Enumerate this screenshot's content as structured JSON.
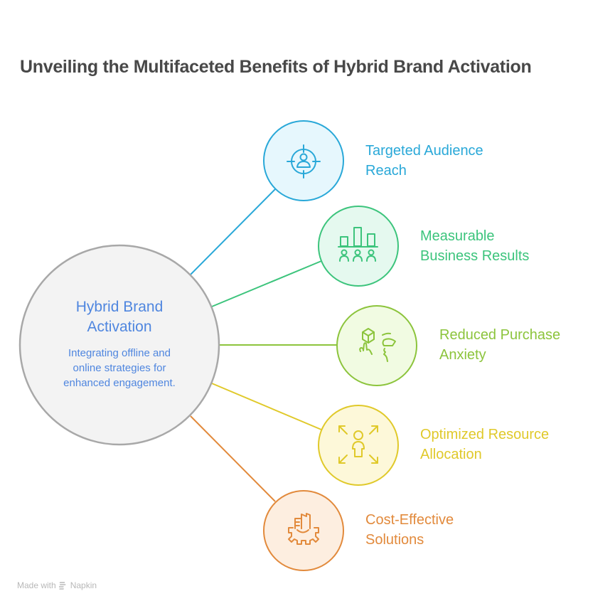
{
  "title": "Unveiling the Multifaceted Benefits of Hybrid Brand Activation",
  "center": {
    "title_line1": "Hybrid Brand",
    "title_line2": "Activation",
    "desc_line1": "Integrating offline and",
    "desc_line2": "online strategies for",
    "desc_line3": "enhanced engagement."
  },
  "items": [
    {
      "line1": "Targeted Audience",
      "line2": "Reach",
      "icon": "target-person-icon",
      "color": "#29a8d8",
      "fill": "#e6f7fd"
    },
    {
      "line1": "Measurable",
      "line2": "Business Results",
      "icon": "bar-chart-people-icon",
      "color": "#3cc47c",
      "fill": "#e5f9ef"
    },
    {
      "line1": "Reduced Purchase",
      "line2": "Anxiety",
      "icon": "box-hand-face-icon",
      "color": "#8cc43c",
      "fill": "#f1fbe2"
    },
    {
      "line1": "Optimized Resource",
      "line2": "Allocation",
      "icon": "person-expand-arrows-icon",
      "color": "#e0c92a",
      "fill": "#fdf8d9"
    },
    {
      "line1": "Cost-Effective",
      "line2": "Solutions",
      "icon": "building-gear-icon",
      "color": "#e28a3c",
      "fill": "#fdeee0"
    }
  ],
  "footer": {
    "made_with": "Made with",
    "brand": "Napkin"
  }
}
